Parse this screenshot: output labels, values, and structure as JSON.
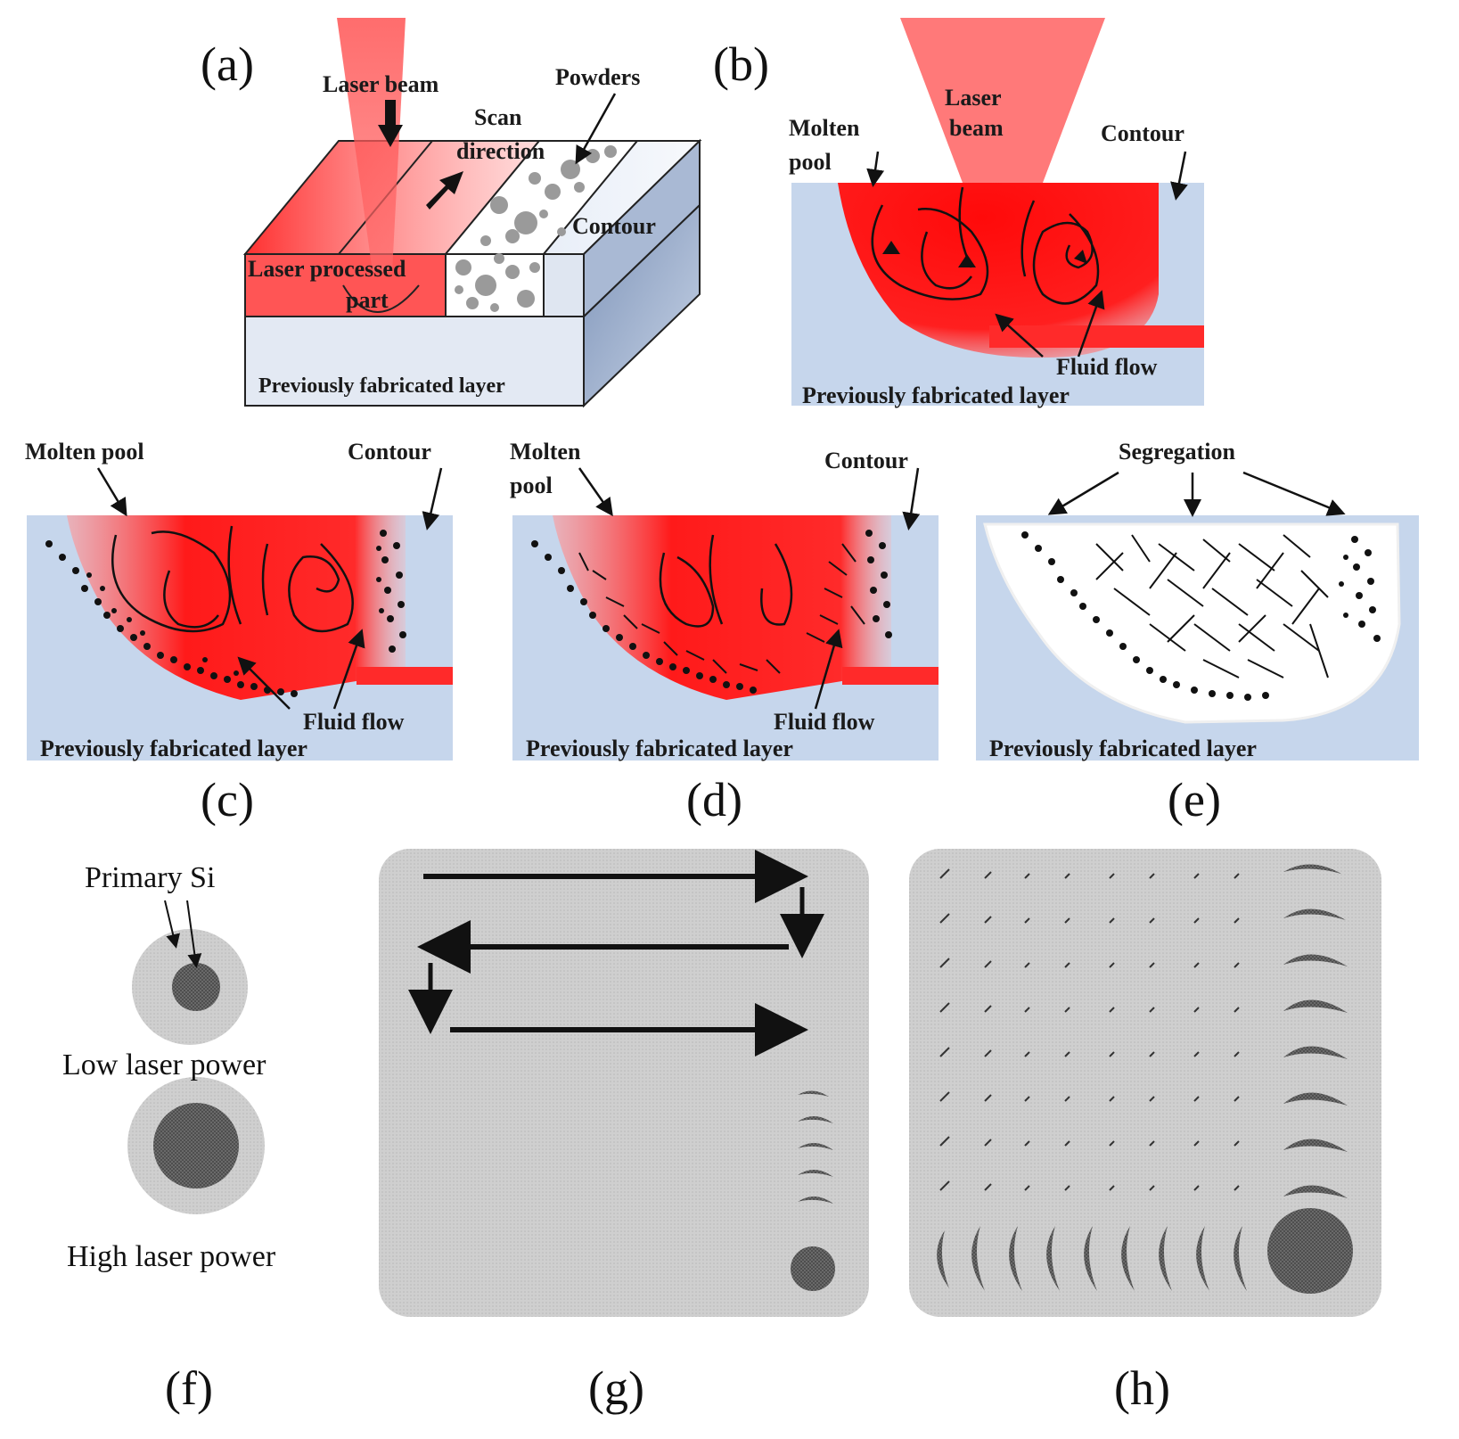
{
  "panels": {
    "a": {
      "letter": "(a)",
      "laser_beam": "Laser beam",
      "powders": "Powders",
      "scan": "Scan",
      "direction": "direction",
      "contour": "Contour",
      "laser_processed": "Laser processed",
      "part": "part",
      "previous_layer": "Previously fabricated layer"
    },
    "b": {
      "letter": "(b)",
      "laser": "Laser",
      "beam": "beam",
      "molten": "Molten",
      "pool": "pool",
      "contour": "Contour",
      "fluid_flow": "Fluid flow",
      "previous_layer": "Previously fabricated layer"
    },
    "c": {
      "letter": "(c)",
      "molten_pool": "Molten pool",
      "contour": "Contour",
      "fluid_flow": "Fluid flow",
      "previous_layer": "Previously fabricated layer"
    },
    "d": {
      "letter": "(d)",
      "molten": "Molten",
      "pool": "pool",
      "contour": "Contour",
      "fluid_flow": "Fluid flow",
      "previous_layer": "Previously fabricated layer"
    },
    "e": {
      "letter": "(e)",
      "segregation": "Segregation",
      "previous_layer": "Previously fabricated layer"
    },
    "f": {
      "letter": "(f)",
      "primary_si": "Primary Si",
      "low_power": "Low laser power",
      "high_power": "High laser power"
    },
    "g": {
      "letter": "(g)"
    },
    "h": {
      "letter": "(h)"
    }
  },
  "colors": {
    "laser_red": "#ff1a1a",
    "substrate_blue": "#c6d6ec",
    "powder_gray": "#9a9a9a",
    "primary_si_dark": "#555555",
    "light_gray_fill": "#c8c8c8"
  }
}
